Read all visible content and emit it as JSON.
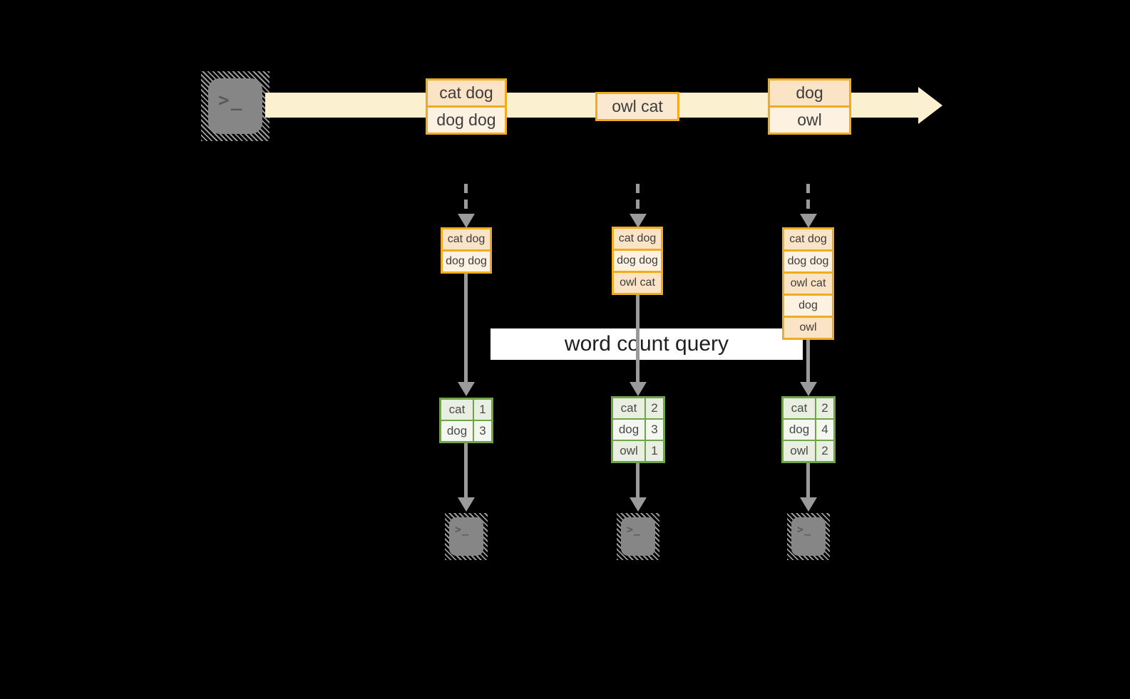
{
  "query_label": "word count query",
  "glyphs": {
    "terminal": ">_"
  },
  "colors": {
    "background": "#000000",
    "stream_band": "#fbf0cf",
    "event_border": "#f0ac1e",
    "event_fill_peach": "#fbe3c5",
    "event_fill_cream": "#fdf2e2",
    "event_fill_peach_light": "#fae8d1",
    "table_border": "#71a34a",
    "table_fill_a": "#e8efe1",
    "table_fill_b": "#f3f7ef",
    "arrow_gray": "#9a9a9a",
    "terminal_gray": "#868686",
    "query_band_bg": "#ffffff",
    "text_dark": "#3d3d3d"
  },
  "stream": {
    "batches": [
      {
        "events": [
          {
            "text": "cat dog"
          },
          {
            "text": "dog dog"
          }
        ]
      },
      {
        "events": [
          {
            "text": "owl cat"
          }
        ]
      },
      {
        "events": [
          {
            "text": "dog"
          },
          {
            "text": "owl"
          }
        ]
      }
    ]
  },
  "columns": [
    {
      "buffer": [
        {
          "text": "cat dog"
        },
        {
          "text": "dog dog"
        }
      ],
      "counts": [
        {
          "word": "cat",
          "count": "1"
        },
        {
          "word": "dog",
          "count": "3"
        }
      ]
    },
    {
      "buffer": [
        {
          "text": "cat dog"
        },
        {
          "text": "dog dog"
        },
        {
          "text": "owl cat"
        }
      ],
      "counts": [
        {
          "word": "cat",
          "count": "2"
        },
        {
          "word": "dog",
          "count": "3"
        },
        {
          "word": "owl",
          "count": "1"
        }
      ]
    },
    {
      "buffer": [
        {
          "text": "cat dog"
        },
        {
          "text": "dog dog"
        },
        {
          "text": "owl cat"
        },
        {
          "text": "dog"
        },
        {
          "text": "owl"
        }
      ],
      "counts": [
        {
          "word": "cat",
          "count": "2"
        },
        {
          "word": "dog",
          "count": "4"
        },
        {
          "word": "owl",
          "count": "2"
        }
      ]
    }
  ]
}
